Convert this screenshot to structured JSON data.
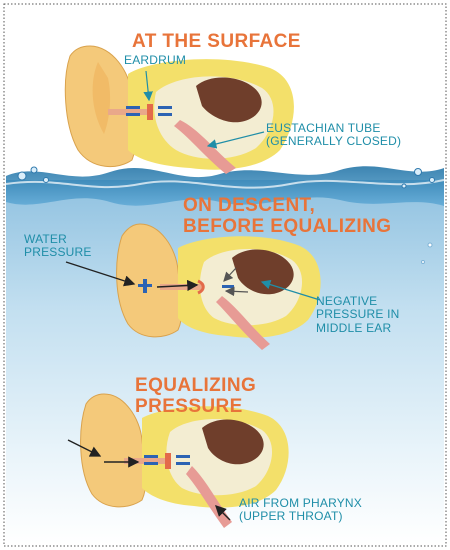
{
  "headings": {
    "surface": "AT THE SURFACE",
    "descent": [
      "ON DESCENT,",
      "BEFORE EQUALIZING"
    ],
    "equalizing": [
      "EQUALIZING",
      "PRESSURE"
    ]
  },
  "labels": {
    "eardrum": "EARDRUM",
    "eustachian": [
      "EUSTACHIAN TUBE",
      "(GENERALLY CLOSED)"
    ],
    "water_pressure": [
      "WATER",
      "PRESSURE"
    ],
    "negative_pressure": [
      "NEGATIVE",
      "PRESSURE IN",
      "MIDDLE EAR"
    ],
    "air_from_pharynx": [
      "AIR FROM PHARYNX",
      "(UPPER THROAT)"
    ]
  },
  "colors": {
    "heading": "#e8743a",
    "label": "#1f8ea8",
    "symbol_blue": "#2c63b3",
    "outer_ear": "#f4c97a",
    "skull_yellow": "#f3e06a",
    "bone_cream": "#f3edd2",
    "inner_ear_brown": "#6f3e2b",
    "eustachian_tube": "#e79b95",
    "water_top": "#3a86b6",
    "water_bottom": "#ffffff"
  }
}
